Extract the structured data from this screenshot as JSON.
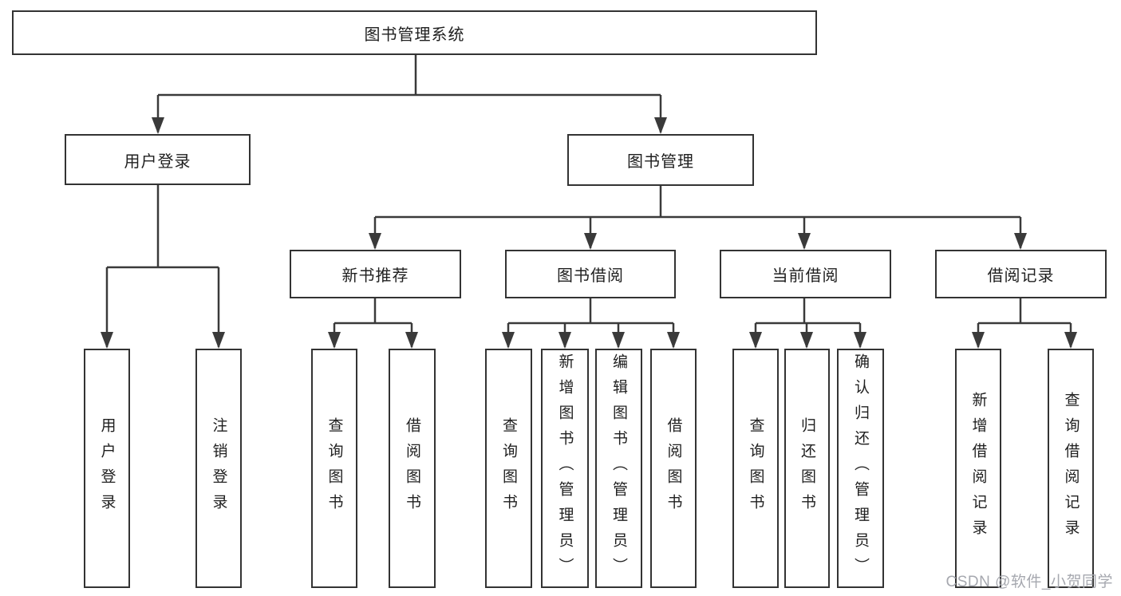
{
  "tree": {
    "root": "图书管理系统",
    "branches": [
      {
        "label": "用户登录",
        "children": [
          "用户登录",
          "注销登录"
        ]
      },
      {
        "label": "图书管理",
        "sections": [
          {
            "label": "新书推荐",
            "children": [
              "查询图书",
              "借阅图书"
            ]
          },
          {
            "label": "图书借阅",
            "children": [
              "查询图书",
              "新增图书（管理员）",
              "编辑图书（管理员）",
              "借阅图书"
            ]
          },
          {
            "label": "当前借阅",
            "children": [
              "查询图书",
              "归还图书",
              "确认归还（管理员）"
            ]
          },
          {
            "label": "借阅记录",
            "children": [
              "新增借阅记录",
              "查询借阅记录"
            ]
          }
        ]
      }
    ]
  },
  "watermark": {
    "text": "CSDN @软件_小贺同学"
  },
  "colors": {
    "line": "#3a3a3a",
    "box_border": "#333333",
    "text": "#1f1f1f",
    "background": "#ffffff",
    "watermark": "#a6a8af"
  }
}
